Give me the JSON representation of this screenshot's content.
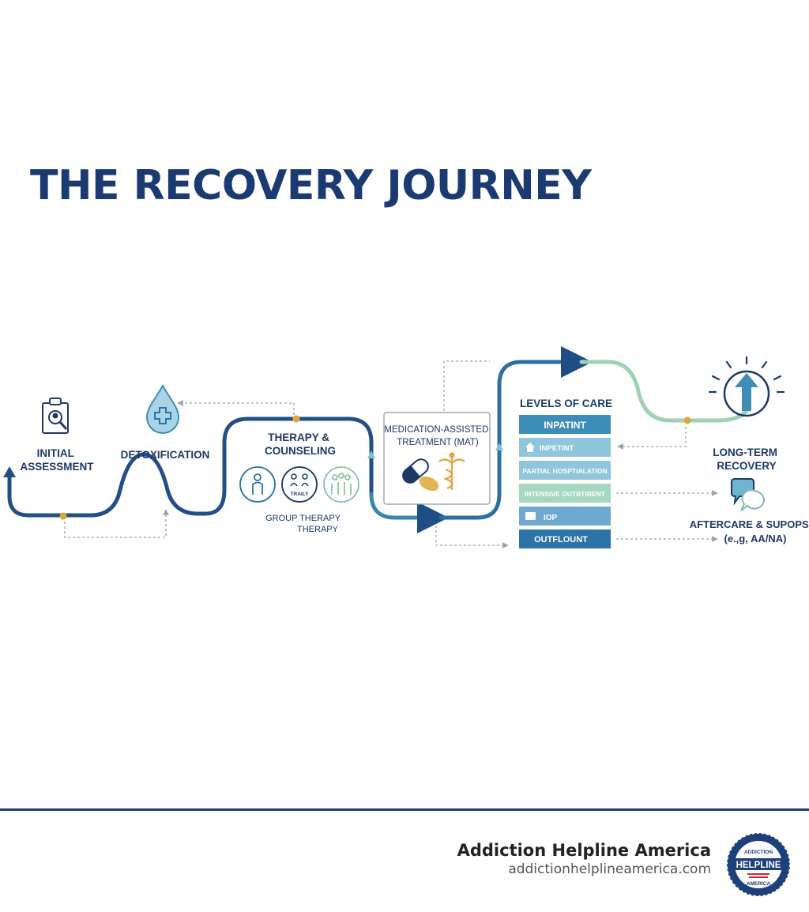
{
  "title": "THE RECOVERY JOURNEY",
  "steps": {
    "initial_1": "INITIAL",
    "initial_2": "ASSESSMENT",
    "detox": "DETOXIFICATION",
    "therapy_1": "THERAPY &",
    "therapy_2": "COUNSELING",
    "family_badge": "TRAILY",
    "group_1": "GROUP THERAPY",
    "group_2": "THERAPY",
    "mat_1": "MEDICATION-ASSISTED",
    "mat_2": "TREATMENT (MAT)",
    "longterm_1": "LONG-TERM",
    "longterm_2": "RECOVERY",
    "aftercare_1": "AFTERCARE & SUPOPS",
    "aftercare_2": "(e.,g, AA/NA)"
  },
  "levels_of_care": {
    "heading": "LEVELS OF CARE",
    "items": [
      {
        "label": "INPATINT",
        "color": "#3e8cb8"
      },
      {
        "label": "INPETINT",
        "color": "#8fc6dd"
      },
      {
        "label": "PARTIAL HOSPTIALATION",
        "color": "#8fc6dd"
      },
      {
        "label": "INTENSIVE OUTBTIRENT",
        "color": "#a6d7c0"
      },
      {
        "label": "IOP",
        "color": "#6fa9cf"
      },
      {
        "label": "OUTFLOUNT",
        "color": "#2c74a8"
      }
    ]
  },
  "brand": {
    "name": "Addiction Helpline America",
    "url": "addictionhelplineamerica.com",
    "logo_text": "HELPLINE",
    "logo_top": "ADDICTION",
    "logo_bottom": "AMERICA"
  },
  "colors": {
    "navy": "#1b3a72",
    "blue": "#2c6fa3",
    "teal": "#4ea0c4",
    "mint": "#9ed1b6",
    "gold": "#e0a63a"
  }
}
